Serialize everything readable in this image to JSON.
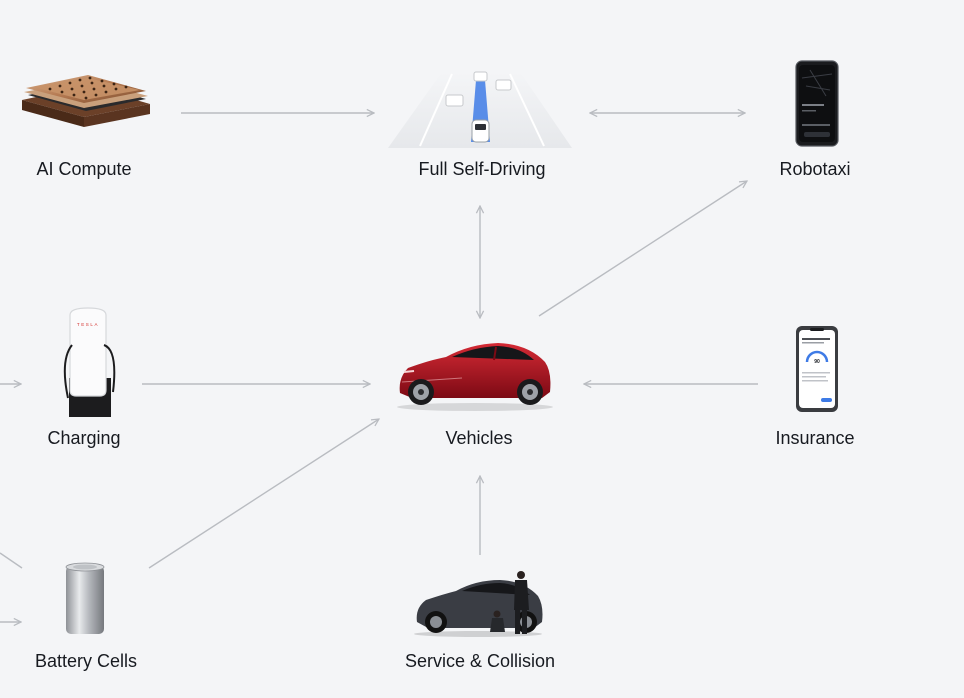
{
  "nodes": {
    "ai_compute": "AI Compute",
    "fsd": "Full Self-Driving",
    "robotaxi": "Robotaxi",
    "charging": "Charging",
    "vehicles": "Vehicles",
    "insurance": "Insurance",
    "battery": "Battery Cells",
    "service": "Service & Collision"
  },
  "charger_brand": "TESLA",
  "insurance_score": "90",
  "colors": {
    "background": "#f4f5f7",
    "arrow": "#b9bcc1",
    "vehicle_red": "#a3101c",
    "service_car": "#3a3d44",
    "fsd_path": "#3e7be6",
    "text": "#171a20"
  }
}
